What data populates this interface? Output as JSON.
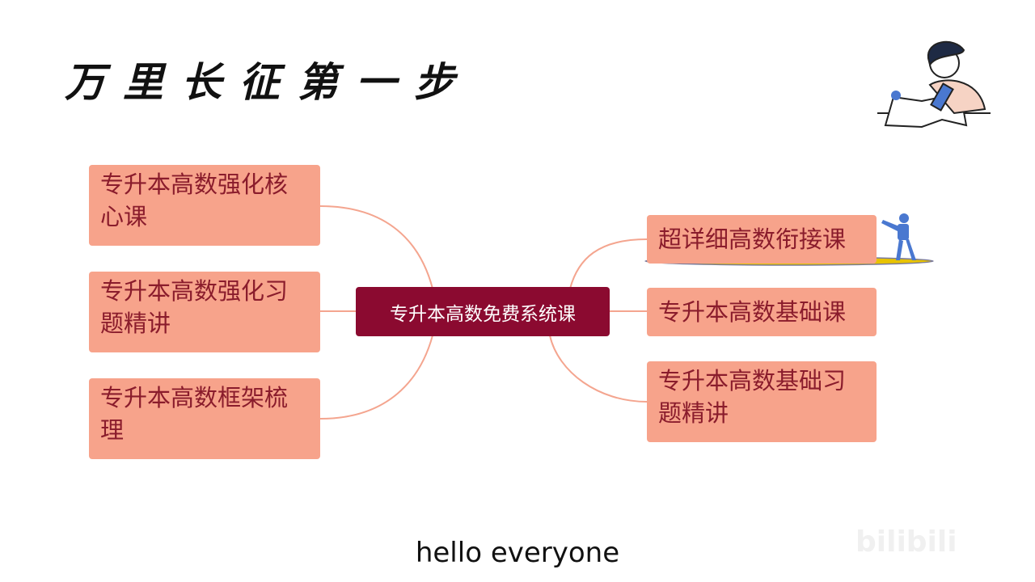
{
  "title": "万里长征第一步",
  "center": "专升本高数免费系统课",
  "left_nodes": [
    "专升本高数强化核心课",
    "专升本高数强化习题精讲",
    "专升本高数框架梳理"
  ],
  "right_nodes": [
    "超详细高数衔接课",
    "专升本高数基础课",
    "专升本高数基础习题精讲"
  ],
  "subtitle": "hello everyone",
  "watermark": "bilibili",
  "colors": {
    "node_bg": "#f7a38b",
    "node_text": "#8a1c2c",
    "center_bg": "#8b0a30",
    "link": "#f4a58f",
    "highlight": "#e8c300"
  }
}
